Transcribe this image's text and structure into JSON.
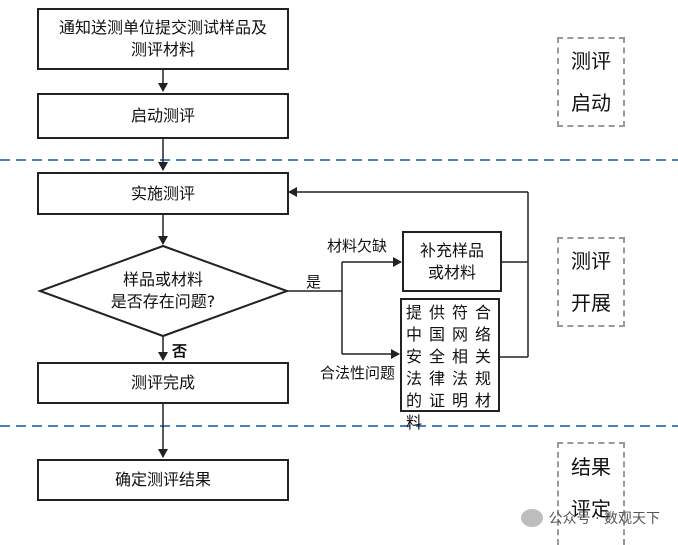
{
  "steps": {
    "notify": "通知送测单位提交测试样品及\n测评材料",
    "start": "启动测评",
    "implement": "实施测评",
    "decision": "样品或材料\n是否存在问题?",
    "complete": "测评完成",
    "result": "确定测评结果",
    "supplement": "补充样品\n或材料",
    "proof": "提供符合中国网络安全相关法律法规的证明材料"
  },
  "edges": {
    "missing": "材料欠缺",
    "yes": "是",
    "no": "否",
    "legality": "合法性问题"
  },
  "stages": {
    "s1": "测评\n启动",
    "s2": "测评\n开展",
    "s3": "结果\n评定"
  },
  "watermark": "公众号 · 数观天下"
}
